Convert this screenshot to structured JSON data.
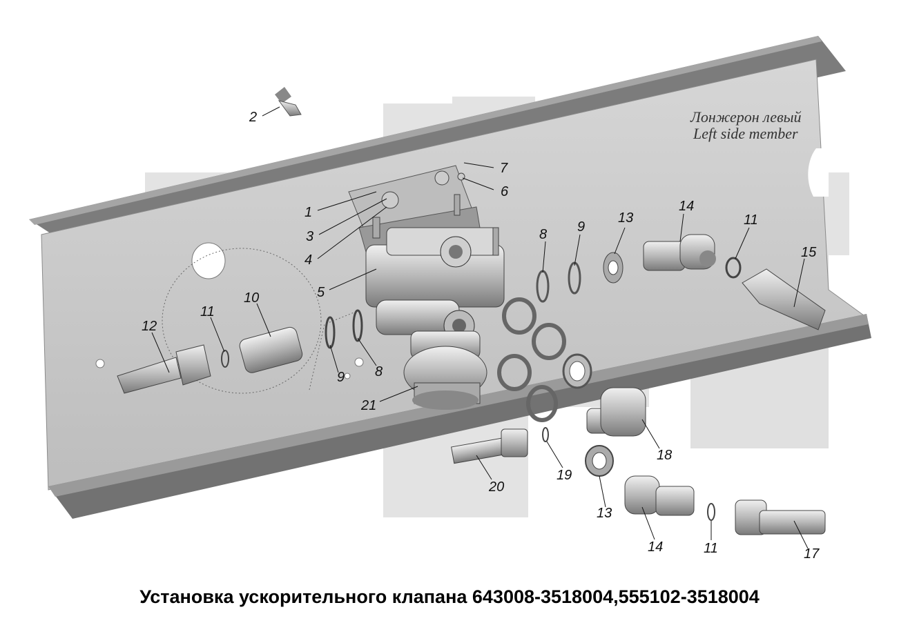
{
  "frame_label": {
    "ru": "Лонжерон левый",
    "en": "Left side member"
  },
  "callouts": {
    "c1": "1",
    "c2": "2",
    "c3": "3",
    "c4": "4",
    "c5": "5",
    "c6": "6",
    "c7": "7",
    "c8a": "8",
    "c8b": "8",
    "c9a": "9",
    "c9b": "9",
    "c10": "10",
    "c11a": "11",
    "c11b": "11",
    "c11c": "11",
    "c12": "12",
    "c13a": "13",
    "c13b": "13",
    "c14a": "14",
    "c14b": "14",
    "c15": "15",
    "c17": "17",
    "c18": "18",
    "c19": "19",
    "c20": "20",
    "c21": "21"
  },
  "caption": "Установка ускорительного клапана 643008-3518004,555102-3518004",
  "colors": {
    "frame_light": "#c9c9c9",
    "frame_mid": "#a9a9a9",
    "frame_dark": "#6e6e6e",
    "watermark": "#e6e6e6",
    "metal_light": "#e2e2e2",
    "metal_dark": "#8a8a8a"
  }
}
